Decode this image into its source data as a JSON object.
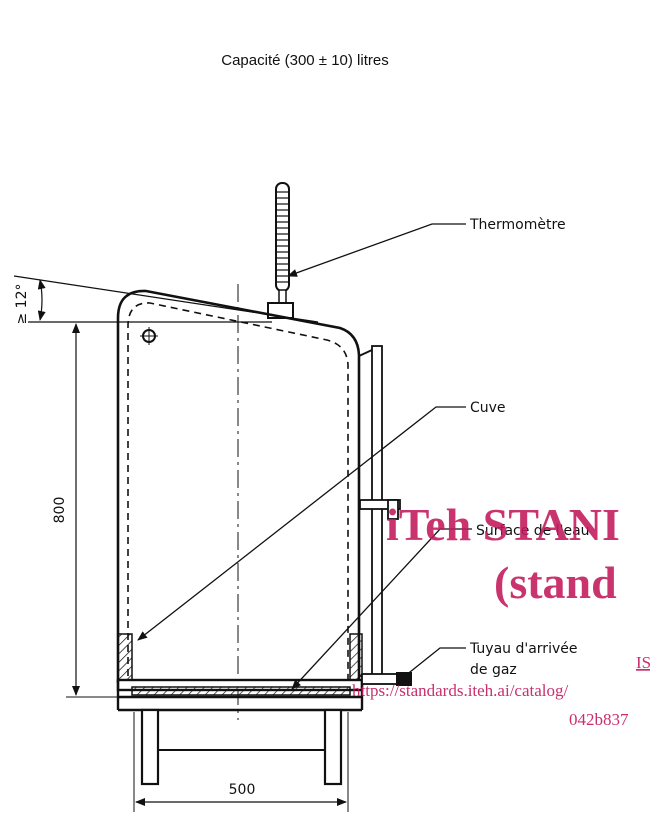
{
  "diagram": {
    "title": "Capacité (300 ± 10) litres",
    "labels": {
      "thermometer": "Thermomètre",
      "tank": "Cuve",
      "water_surface": "Surface de l'eau",
      "gas_pipe_line1": "Tuyau d'arrivée",
      "gas_pipe_line2": "de gaz"
    },
    "dimensions": {
      "angle": "≥ 12°",
      "height": "800",
      "width": "500"
    }
  },
  "watermark": {
    "line1": "iTeh STANI",
    "line2": "(stand",
    "line3": "IS",
    "line4": "https://standards.iteh.ai/catalog/",
    "line5": "042b837",
    "color": "#c2185b"
  }
}
